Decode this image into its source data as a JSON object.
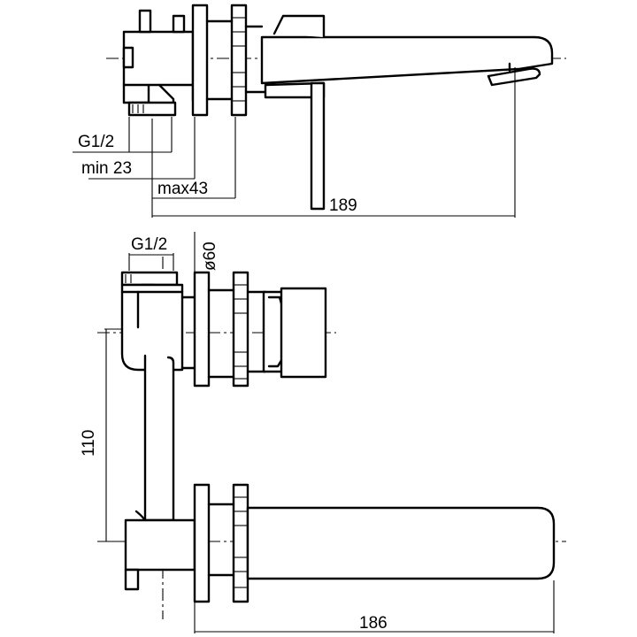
{
  "top_view": {
    "dims": {
      "thread": "G1/2",
      "min": "min 23",
      "max": "max43",
      "length": "189"
    }
  },
  "side_view": {
    "dims": {
      "thread": "G1/2",
      "diameter": "ø60",
      "height": "110",
      "length": "186"
    }
  }
}
